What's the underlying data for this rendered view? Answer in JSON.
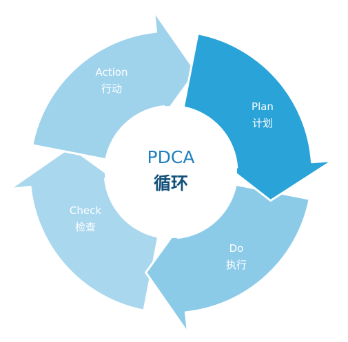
{
  "center": {
    "title": "PDCA",
    "subtitle": "循环"
  },
  "segments": [
    {
      "id": "plan",
      "en": "Plan",
      "zh": "计划",
      "color": "#29a3d8"
    },
    {
      "id": "do",
      "en": "Do",
      "zh": "执行",
      "color": "#8ccbe8"
    },
    {
      "id": "check",
      "en": "Check",
      "zh": "检查",
      "color": "#a8d7ee"
    },
    {
      "id": "action",
      "en": "Action",
      "zh": "行动",
      "color": "#9fd3ec"
    }
  ],
  "colors": {
    "background": "#ffffff",
    "center_text_en": "#1f7fbd",
    "center_text_zh": "#13507a",
    "segment_text": "#ffffff"
  }
}
